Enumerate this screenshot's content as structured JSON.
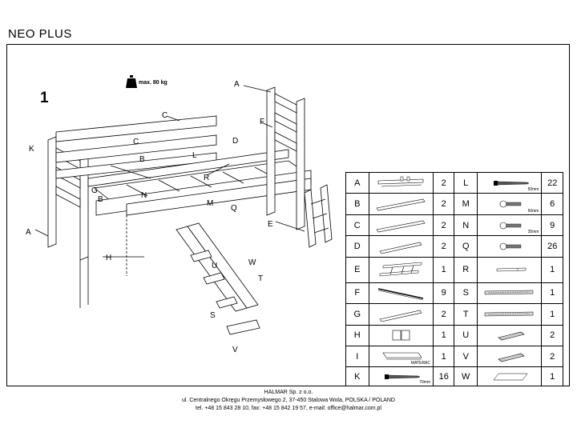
{
  "header": {
    "title": "NEO PLUS"
  },
  "step": {
    "number": "1"
  },
  "weight": {
    "label": "max. 80 kg"
  },
  "diagram": {
    "labels": {
      "A_top": "A",
      "A_left": "A",
      "B1": "B",
      "B2": "B",
      "C1": "C",
      "C2": "C",
      "D": "D",
      "E": "E",
      "F": "F",
      "G": "G",
      "H": "H",
      "K": "K",
      "L": "L",
      "M": "M",
      "N": "N",
      "Q": "Q",
      "R": "R",
      "S": "S",
      "T": "T",
      "U": "U",
      "V": "V",
      "W": "W"
    }
  },
  "parts": [
    {
      "letter": "A",
      "qty": "2",
      "icon": "ladder-end-frame"
    },
    {
      "letter": "B",
      "qty": "2",
      "icon": "long-plank"
    },
    {
      "letter": "C",
      "qty": "2",
      "icon": "long-plank"
    },
    {
      "letter": "D",
      "qty": "2",
      "icon": "plank"
    },
    {
      "letter": "E",
      "qty": "1",
      "icon": "ladder"
    },
    {
      "letter": "F",
      "qty": "9",
      "icon": "curved-slat"
    },
    {
      "letter": "G",
      "qty": "2",
      "icon": "plank"
    },
    {
      "letter": "H",
      "qty": "1",
      "icon": "panel-pair"
    },
    {
      "letter": "I",
      "qty": "1",
      "icon": "mattress",
      "note": "MATERAC"
    },
    {
      "letter": "K",
      "qty": "16",
      "icon": "screw",
      "size": "70mm"
    },
    {
      "letter": "L",
      "qty": "22",
      "icon": "screw",
      "size": "50mm"
    },
    {
      "letter": "M",
      "qty": "6",
      "icon": "bolt",
      "size": "60mm"
    },
    {
      "letter": "N",
      "qty": "9",
      "icon": "bolt",
      "size": "35mm"
    },
    {
      "letter": "Q",
      "qty": "26",
      "icon": "bolt"
    },
    {
      "letter": "R",
      "qty": "1",
      "icon": "thin-rail"
    },
    {
      "letter": "S",
      "qty": "1",
      "icon": "slide-rail"
    },
    {
      "letter": "T",
      "qty": "1",
      "icon": "slide-rail"
    },
    {
      "letter": "U",
      "qty": "2",
      "icon": "block"
    },
    {
      "letter": "V",
      "qty": "2",
      "icon": "block"
    },
    {
      "letter": "W",
      "qty": "1",
      "icon": "slide-sheet"
    }
  ],
  "footer": {
    "line1": "HALMAR Sp. z o.o.",
    "line2": "ul. Centralnego Okręgu Przemysłowego 2, 37-450 Stalowa Wola, POLSKA / POLAND",
    "line3": "tel. +48 15 843 28 10, fax: +48 15 842 19 57, e-mail: office@halmar.com.pl"
  }
}
